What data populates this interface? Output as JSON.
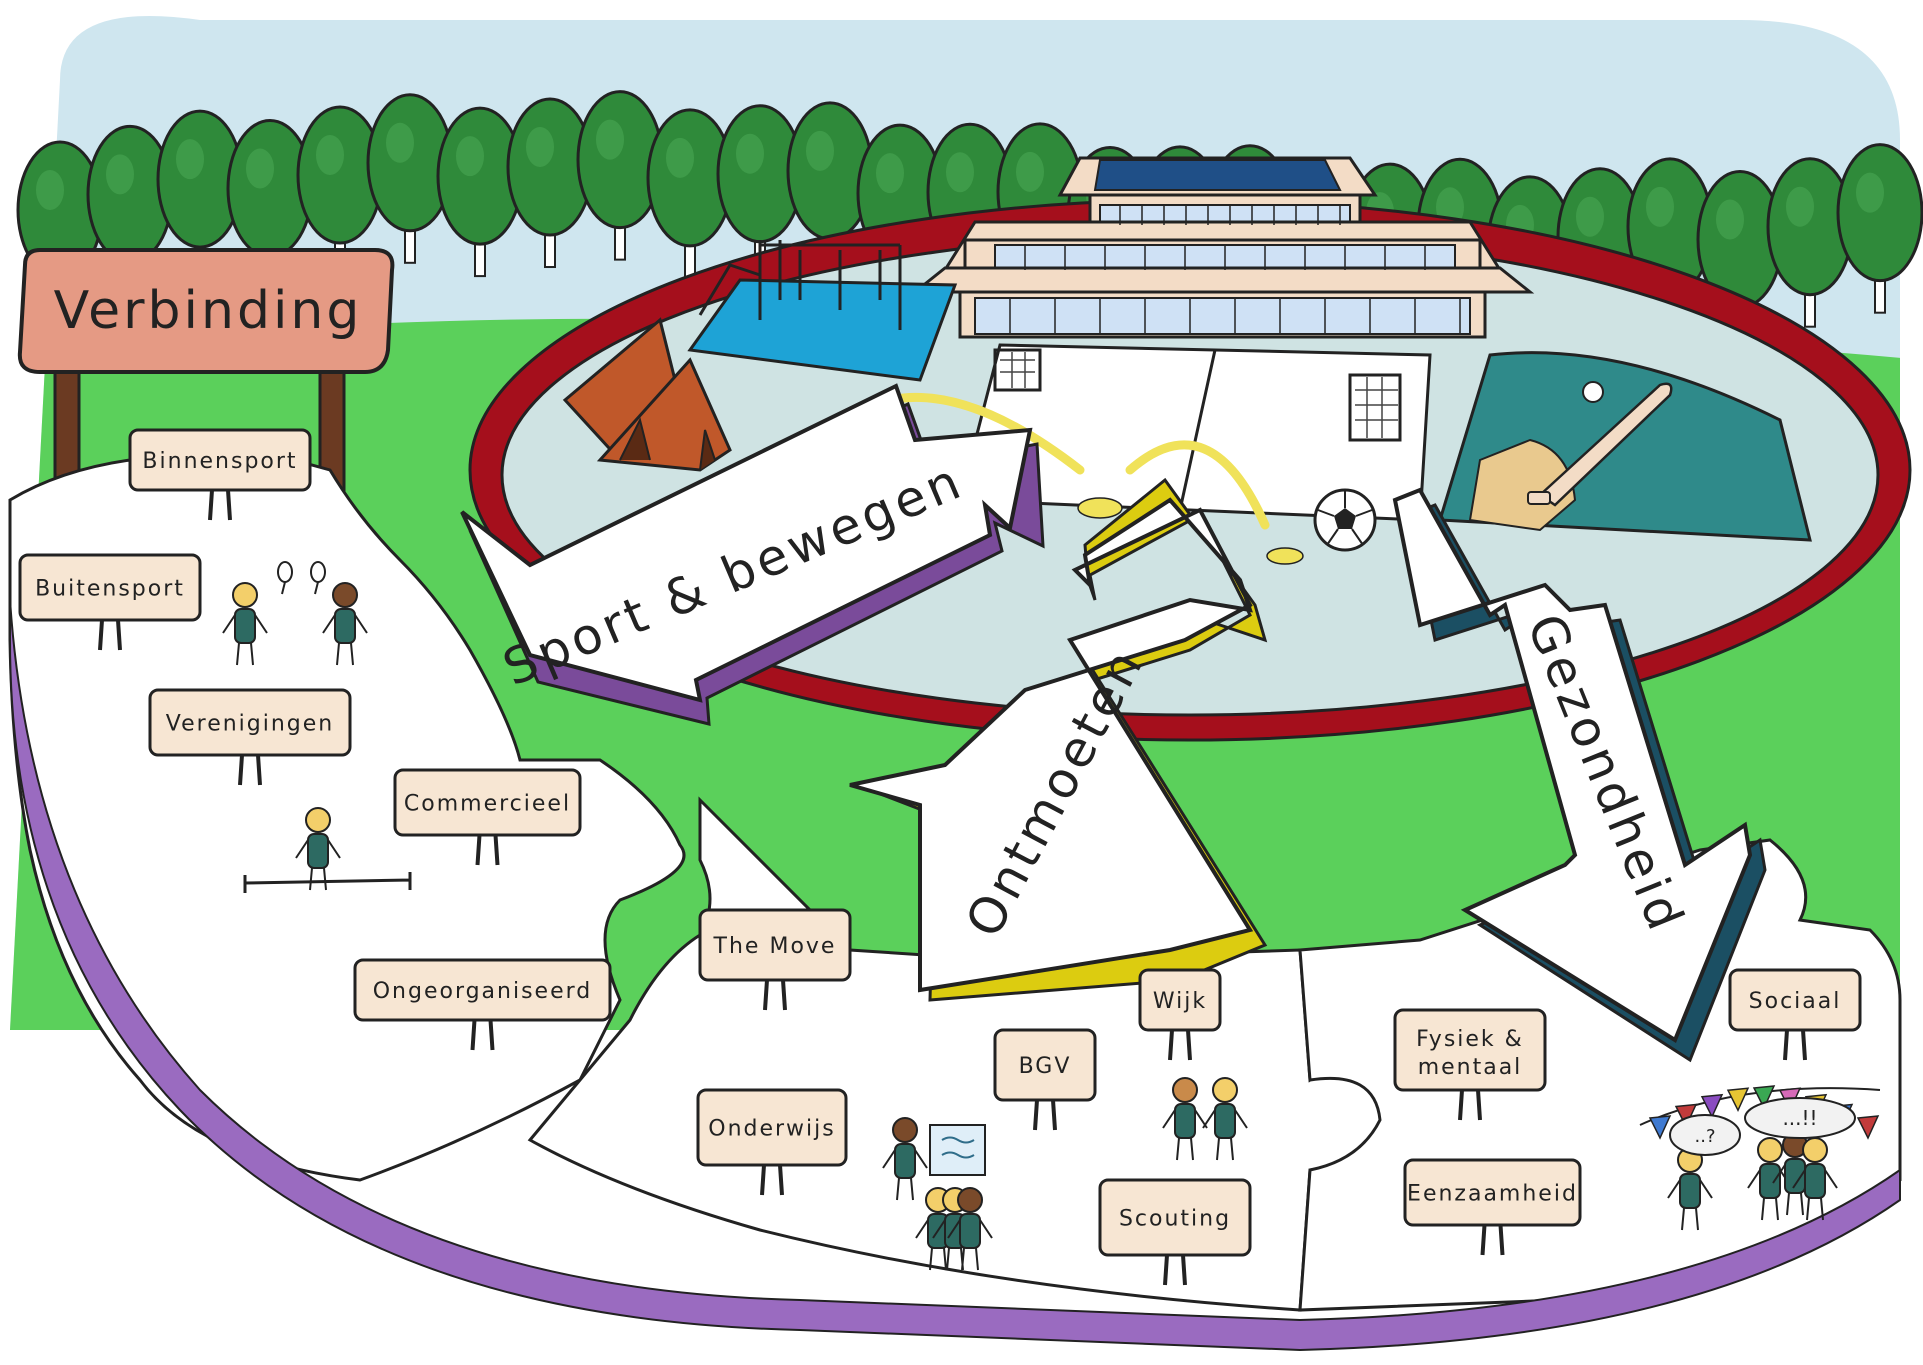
{
  "title_sign": "Verbinding",
  "arrows": {
    "sport": "Sport & bewegen",
    "ontmoeten": "Ontmoeten",
    "gezondheid": "Gezondheid"
  },
  "signs": {
    "binnensport": "Binnensport",
    "buitensport": "Buitensport",
    "verenigingen": "Verenigingen",
    "commercieel": "Commercieel",
    "ongeorganiseerd": "Ongeorganiseerd",
    "the_move": "The Move",
    "onderwijs": "Onderwijs",
    "bgv": "BGV",
    "wijk": "Wijk",
    "scouting": "Scouting",
    "fysiek_line1": "Fysiek &",
    "fysiek_line2": "mentaal",
    "eenzaamheid": "Eenzaamheid",
    "sociaal": "Sociaal"
  },
  "speech_bubbles": {
    "left": "..?",
    "right": "...!!"
  },
  "colors": {
    "sky": "#cfe6ef",
    "grass": "#5bd05b",
    "tree": "#2f8a3a",
    "track": "#a50f1c",
    "field": "#cfe3e3",
    "sign": "#f7e6d3",
    "title_sign": "#e59a84",
    "purple": "#7a4b9a",
    "yellow": "#dccc10",
    "teal": "#1b4f63"
  }
}
